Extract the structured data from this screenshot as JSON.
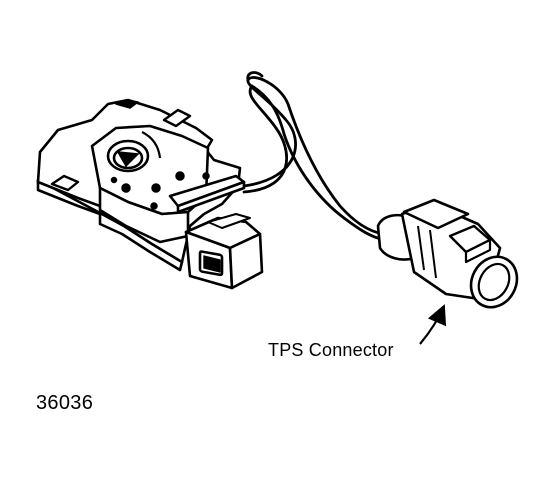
{
  "diagram": {
    "callout_label": "TPS Connector",
    "figure_number": "36036",
    "line_color": "#000000",
    "background_color": "#ffffff",
    "parts": [
      "throttle-position-sensor",
      "wire-harness",
      "tps-connector"
    ]
  }
}
